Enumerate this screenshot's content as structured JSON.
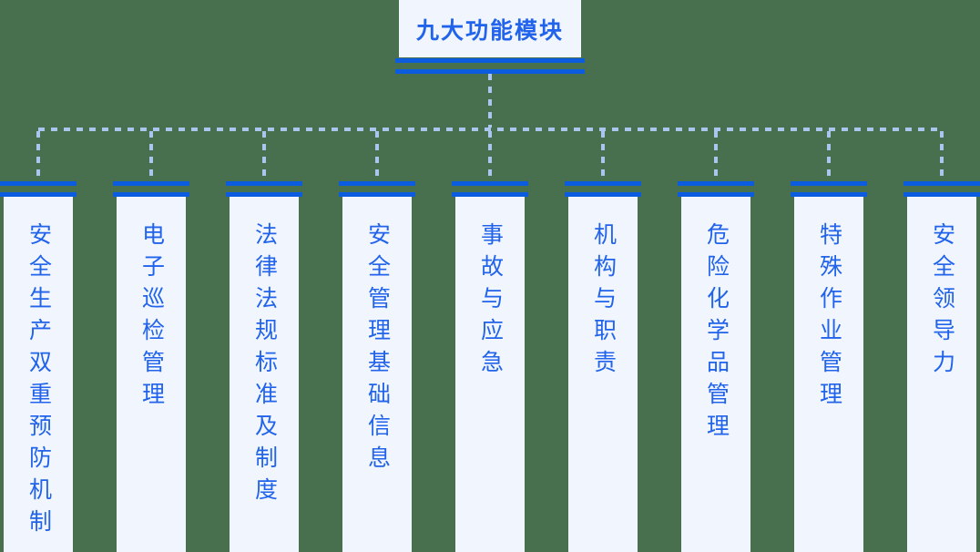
{
  "root": {
    "title": "九大功能模块"
  },
  "columns": [
    {
      "label": "安全生产双重预防机制"
    },
    {
      "label": "电子巡检管理"
    },
    {
      "label": "法律法规标准及制度"
    },
    {
      "label": "安全管理基础信息"
    },
    {
      "label": "事故与应急"
    },
    {
      "label": "机构与职责"
    },
    {
      "label": "危险化学品管理"
    },
    {
      "label": "特殊作业管理"
    },
    {
      "label": "安全领导力"
    }
  ],
  "theme": {
    "background": "#48704F",
    "node_fill": "#F1F6FE",
    "line_blue": "#0C5CDF",
    "dash_blue": "#A9C6EE",
    "text_blue": "#2163EA"
  }
}
